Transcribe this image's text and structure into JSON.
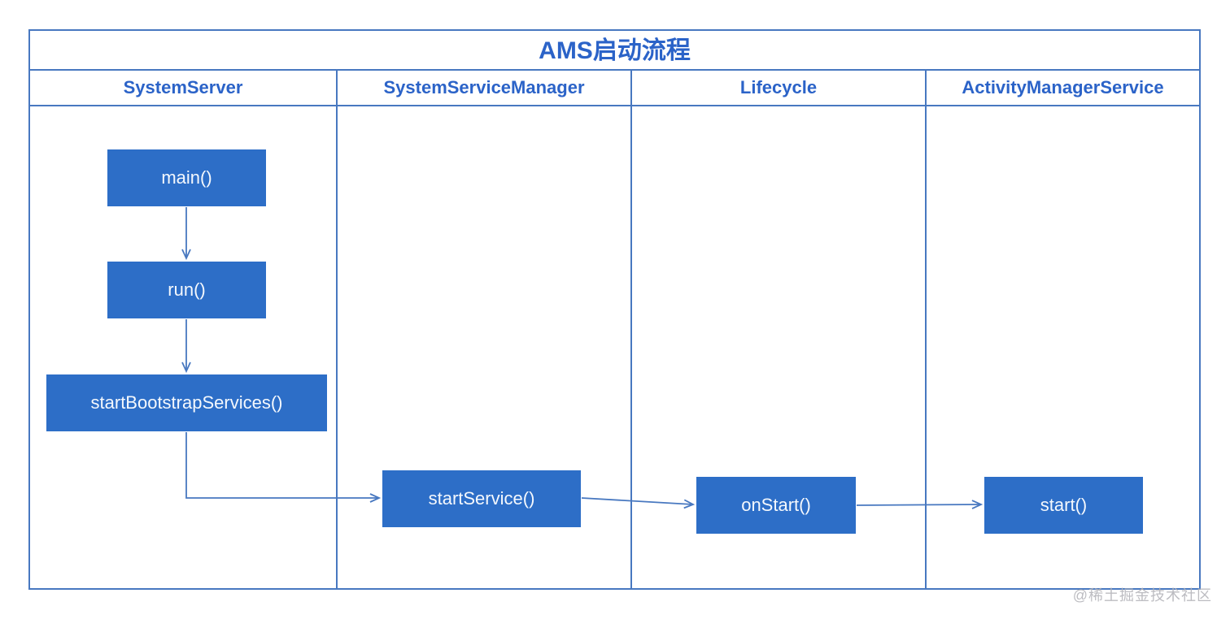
{
  "title": "AMS启动流程",
  "lanes": [
    {
      "label": "SystemServer"
    },
    {
      "label": "SystemServiceManager"
    },
    {
      "label": "Lifecycle"
    },
    {
      "label": "ActivityManagerService"
    }
  ],
  "nodes": [
    {
      "id": "main",
      "lane": "SystemServer",
      "label": "main()"
    },
    {
      "id": "run",
      "lane": "SystemServer",
      "label": "run()"
    },
    {
      "id": "startBootstrapServices",
      "lane": "SystemServer",
      "label": "startBootstrapServices()"
    },
    {
      "id": "startService",
      "lane": "SystemServiceManager",
      "label": "startService()"
    },
    {
      "id": "onStart",
      "lane": "Lifecycle",
      "label": "onStart()"
    },
    {
      "id": "start",
      "lane": "ActivityManagerService",
      "label": "start()"
    }
  ],
  "edges": [
    {
      "from": "main",
      "to": "run"
    },
    {
      "from": "run",
      "to": "startBootstrapServices"
    },
    {
      "from": "startBootstrapServices",
      "to": "startService"
    },
    {
      "from": "startService",
      "to": "onStart"
    },
    {
      "from": "onStart",
      "to": "start"
    }
  ],
  "watermark": "@稀土掘金技术社区",
  "colors": {
    "node_fill": "#2d6ec7",
    "node_text": "#f4f8fd",
    "line": "#4878c0",
    "heading_text": "#2b63c8",
    "watermark_text": "#b1b1b7",
    "background": "#ffffff"
  }
}
